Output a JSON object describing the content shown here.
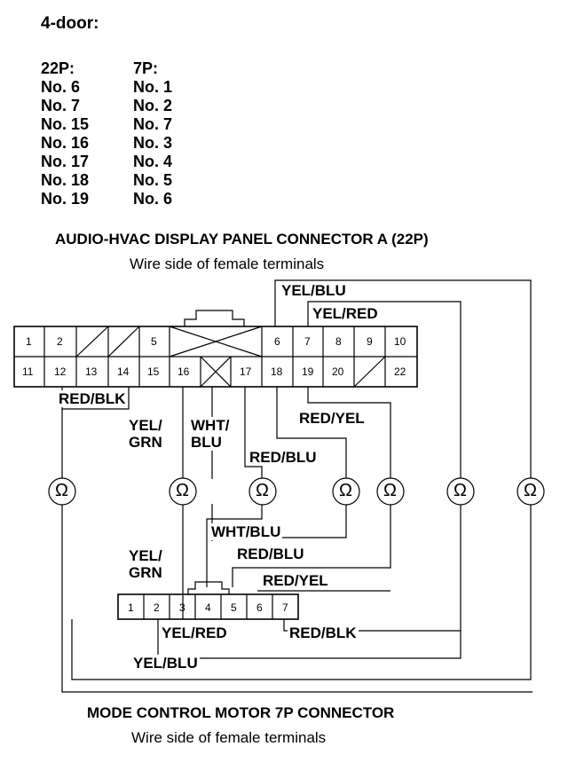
{
  "page": {
    "title": "4-door:",
    "pin_table": {
      "header_22p": "22P:",
      "header_7p": "7P:",
      "rows": [
        {
          "p22": "No. 6",
          "p7": "No. 1"
        },
        {
          "p22": "No. 7",
          "p7": "No. 2"
        },
        {
          "p22": "No. 15",
          "p7": "No. 7"
        },
        {
          "p22": "No. 16",
          "p7": "No. 3"
        },
        {
          "p22": "No. 17",
          "p7": "No. 4"
        },
        {
          "p22": "No. 18",
          "p7": "No. 5"
        },
        {
          "p22": "No. 19",
          "p7": "No. 6"
        }
      ]
    }
  },
  "connector_a": {
    "title": "AUDIO-HVAC DISPLAY PANEL CONNECTOR A (22P)",
    "subtitle": "Wire side of female terminals",
    "top_row": [
      "1",
      "2",
      "5",
      "6",
      "7",
      "8",
      "9",
      "10"
    ],
    "bottom_row": [
      "11",
      "12",
      "13",
      "14",
      "15",
      "16",
      "17",
      "18",
      "19",
      "20",
      "22"
    ]
  },
  "connector_b": {
    "title": "MODE CONTROL MOTOR 7P CONNECTOR",
    "subtitle": "Wire side of female terminals",
    "pins": [
      "1",
      "2",
      "3",
      "4",
      "5",
      "6",
      "7"
    ]
  },
  "wire_labels": {
    "yel_blu_top": "YEL/BLU",
    "yel_red_top": "YEL/RED",
    "red_blk_top": "RED/BLK",
    "yel_grn_top": "YEL/\nGRN",
    "wht_blu_top": "WHT/\nBLU",
    "red_yel_top": "RED/YEL",
    "red_blu_top": "RED/BLU",
    "wht_blu_bottom": "WHT/BLU",
    "red_blu_bottom": "RED/BLU",
    "red_yel_bottom": "RED/YEL",
    "yel_grn_bottom": "YEL/\nGRN",
    "yel_red_bottom": "YEL/RED",
    "red_blk_bottom": "RED/BLK",
    "yel_blu_bottom": "YEL/BLU"
  },
  "ohmmeter_symbol": "Ω"
}
